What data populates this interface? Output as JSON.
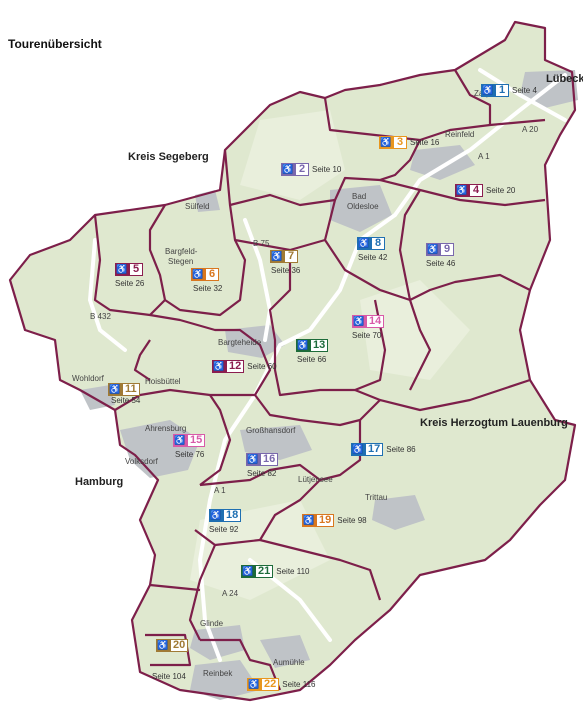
{
  "title": "Tourenübersicht",
  "regions": {
    "segeberg": "Kreis Segeberg",
    "lauenburg": "Kreis Herzogtum Lauenburg",
    "hamburg": "Hamburg",
    "luebeck": "Lübeck"
  },
  "places": {
    "zarpen": "Zarpen",
    "reinfeld": "Reinfeld",
    "suelfeld": "Sülfeld",
    "bad": "Bad",
    "oldesloe": "Oldesloe",
    "bargfeld": "Bargfeld-",
    "stegen": "Stegen",
    "bargteheide": "Bargteheide",
    "wohldorf": "Wohldorf",
    "hoisbuettel": "Hoisbüttel",
    "ahrensburg": "Ahrensburg",
    "volksdorf": "Volksdorf",
    "grosshansdorf": "Großhansdorf",
    "luetjensee": "Lütjensee",
    "trittau": "Trittau",
    "glinde": "Glinde",
    "reinbek": "Reinbek",
    "aumuehle": "Aumühle"
  },
  "roads": {
    "a20": "A 20",
    "a1_north": "A 1",
    "b75": "B 75",
    "b432": "B 432",
    "a1_south": "A 1",
    "a24": "A 24"
  },
  "icon": "cyclist-icon",
  "tours": [
    {
      "number": "1",
      "page": "Seite 4",
      "color": "#1f6fb2"
    },
    {
      "number": "2",
      "page": "Seite 10",
      "color": "#7a68ad"
    },
    {
      "number": "3",
      "page": "Seite 16",
      "color": "#e8961e"
    },
    {
      "number": "4",
      "page": "Seite 20",
      "color": "#8b1d4f"
    },
    {
      "number": "5",
      "page": "Seite 26",
      "color": "#8b1d4f"
    },
    {
      "number": "6",
      "page": "Seite 32",
      "color": "#d9771f"
    },
    {
      "number": "7",
      "page": "Seite 36",
      "color": "#a07a35"
    },
    {
      "number": "8",
      "page": "Seite 42",
      "color": "#1f6fb2"
    },
    {
      "number": "9",
      "page": "Seite 46",
      "color": "#7a68ad"
    },
    {
      "number": "11",
      "page": "Seite 54",
      "color": "#a07a35"
    },
    {
      "number": "12",
      "page": "Seite 60",
      "color": "#8b1d4f"
    },
    {
      "number": "13",
      "page": "Seite 66",
      "color": "#1d6b3a"
    },
    {
      "number": "14",
      "page": "Seite 70",
      "color": "#d85aa8"
    },
    {
      "number": "15",
      "page": "Seite 76",
      "color": "#d85aa8"
    },
    {
      "number": "16",
      "page": "Seite 82",
      "color": "#7a68ad"
    },
    {
      "number": "17",
      "page": "Seite 86",
      "color": "#1f6fb2"
    },
    {
      "number": "18",
      "page": "Seite 92",
      "color": "#1f6fb2"
    },
    {
      "number": "19",
      "page": "Seite 98",
      "color": "#d9771f"
    },
    {
      "number": "20",
      "page": "Seite 104",
      "color": "#a07a35"
    },
    {
      "number": "21",
      "page": "Seite 110",
      "color": "#1d6b3a"
    },
    {
      "number": "22",
      "page": "Seite 116",
      "color": "#e8961e"
    }
  ],
  "colors": {
    "land": "#dfe8cf",
    "border": "#7d1f4a",
    "urban": "#bfc3c7",
    "road": "#ffffff"
  }
}
